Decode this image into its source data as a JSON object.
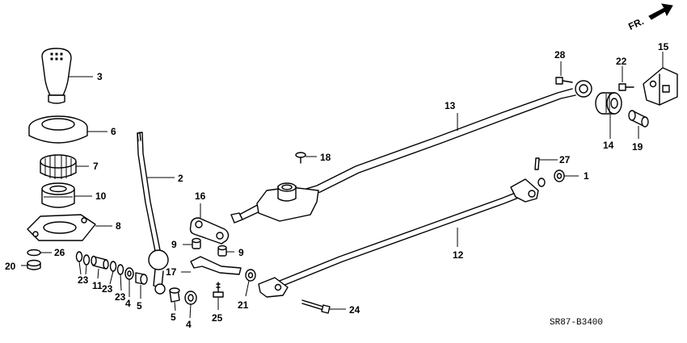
{
  "direction_label": "FR.",
  "diagram_code": "SR87-B3400",
  "callouts": {
    "c1": "1",
    "c2": "2",
    "c3": "3",
    "c4a": "4",
    "c4b": "4",
    "c5a": "5",
    "c5b": "5",
    "c6": "6",
    "c7": "7",
    "c8": "8",
    "c9a": "9",
    "c9b": "9",
    "c10": "10",
    "c11": "11",
    "c12": "12",
    "c13": "13",
    "c14": "14",
    "c15": "15",
    "c16": "16",
    "c17": "17",
    "c18": "18",
    "c19": "19",
    "c20": "20",
    "c21": "21",
    "c22": "22",
    "c23a": "23",
    "c23b": "23",
    "c23c": "23",
    "c24": "24",
    "c25": "25",
    "c26": "26",
    "c27": "27",
    "c28": "28"
  },
  "colors": {
    "line": "#000000",
    "background": "#ffffff"
  },
  "icons": {
    "direction": "arrow-icon"
  }
}
